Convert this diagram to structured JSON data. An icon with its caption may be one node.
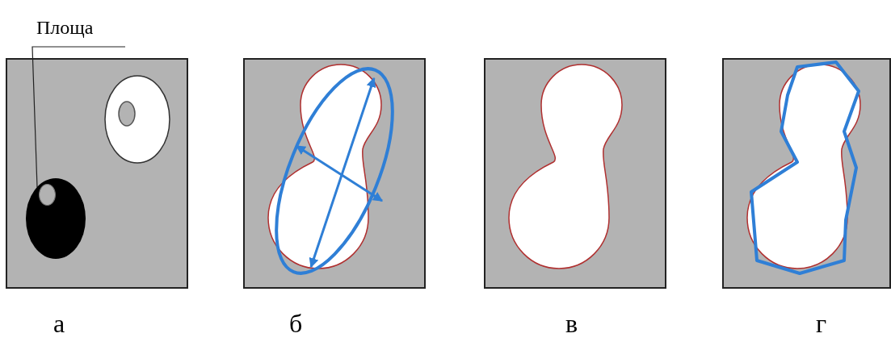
{
  "diagram": {
    "nodes": [
      {
        "text": [
          "Площа"
        ]
      },
      {
        "text": [],
        "shape": "circle"
      }
    ],
    "edges": [
      {
        "from": 0,
        "to": 1,
        "arrow": "none"
      }
    ],
    "labels": [
      "а",
      "б",
      "в",
      "г"
    ]
  }
}
